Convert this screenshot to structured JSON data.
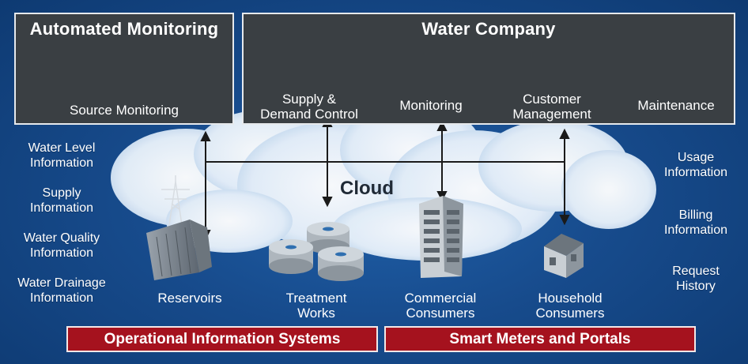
{
  "panels": {
    "automated": {
      "title": "Automated Monitoring",
      "item": "Source Monitoring"
    },
    "water_company": {
      "title": "Water Company",
      "items": [
        {
          "label": "Supply &\nDemand Control",
          "icon": "supply-demand-chart-icon"
        },
        {
          "label": "Monitoring",
          "icon": "monitoring-charts-icon"
        },
        {
          "label": "Customer\nManagement",
          "icon": "customer-operator-icon"
        },
        {
          "label": "Maintenance",
          "icon": "wrench-icon"
        }
      ]
    }
  },
  "cloud": {
    "label": "Cloud"
  },
  "left_info": [
    "Water Level\nInformation",
    "Supply\nInformation",
    "Water Quality\nInformation",
    "Water Drainage\nInformation"
  ],
  "right_info": [
    "Usage\nInformation",
    "Billing\nInformation",
    "Request\nHistory"
  ],
  "sites": [
    {
      "label": "Reservoirs",
      "icon": "reservoir-dam-icon"
    },
    {
      "label": "Treatment\nWorks",
      "icon": "treatment-tanks-icon"
    },
    {
      "label": "Commercial\nConsumers",
      "icon": "office-building-icon"
    },
    {
      "label": "Household\nConsumers",
      "icon": "house-icon"
    }
  ],
  "banners": {
    "left": "Operational Information Systems",
    "right": "Smart Meters and Portals"
  },
  "colors": {
    "background": "#174b8c",
    "panel": "#3a3f43",
    "banner": "#a5121e",
    "accent_blue": "#2f8fd8",
    "radar_red": "#b0192a"
  }
}
